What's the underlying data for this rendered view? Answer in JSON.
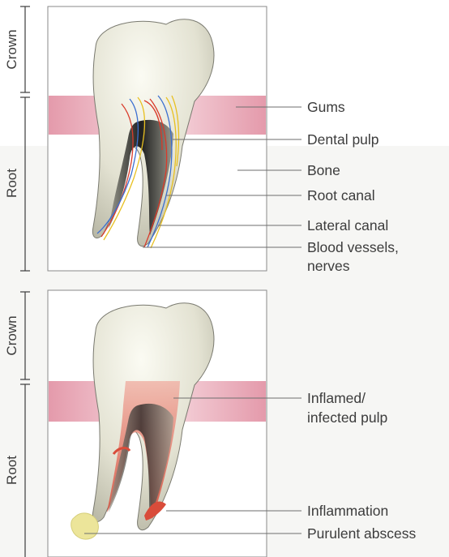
{
  "panels": [
    {
      "id": "healthy",
      "crown_label": "Crown",
      "root_label": "Root",
      "callouts": [
        {
          "text": "Gums"
        },
        {
          "text": "Dental pulp"
        },
        {
          "text": "Bone"
        },
        {
          "text": "Root canal"
        },
        {
          "text": "Lateral canal"
        },
        {
          "text": "Blood vessels,",
          "line2": "nerves"
        }
      ]
    },
    {
      "id": "infected",
      "crown_label": "Crown",
      "root_label": "Root",
      "callouts": [
        {
          "text": "Inflamed/",
          "line2": "infected pulp"
        },
        {
          "text": "Inflammation"
        },
        {
          "text": "Purulent abscess"
        }
      ]
    }
  ],
  "colors": {
    "gum": "#e6a6b4",
    "tooth": "#e9e8da",
    "canal": "#3a3a3a",
    "inflamed": "#d65a4a",
    "abscess": "#ece59a",
    "nerve_red": "#d93a2a",
    "nerve_blue": "#3b6fd0",
    "nerve_yellow": "#e8c020"
  }
}
